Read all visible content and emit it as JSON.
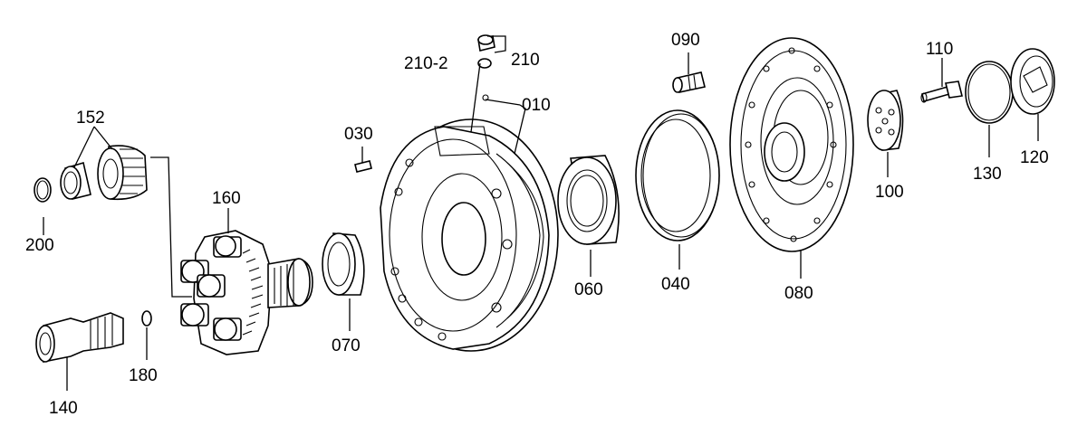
{
  "diagram": {
    "labels": {
      "p010": "010",
      "p030": "030",
      "p040": "040",
      "p060": "060",
      "p070": "070",
      "p080": "080",
      "p090": "090",
      "p100": "100",
      "p110": "110",
      "p120": "120",
      "p130": "130",
      "p140": "140",
      "p152": "152",
      "p160": "160",
      "p180": "180",
      "p200": "200",
      "p210": "210",
      "p210_2": "210-2"
    },
    "colors": {
      "line": "#000000",
      "background": "#ffffff"
    }
  }
}
